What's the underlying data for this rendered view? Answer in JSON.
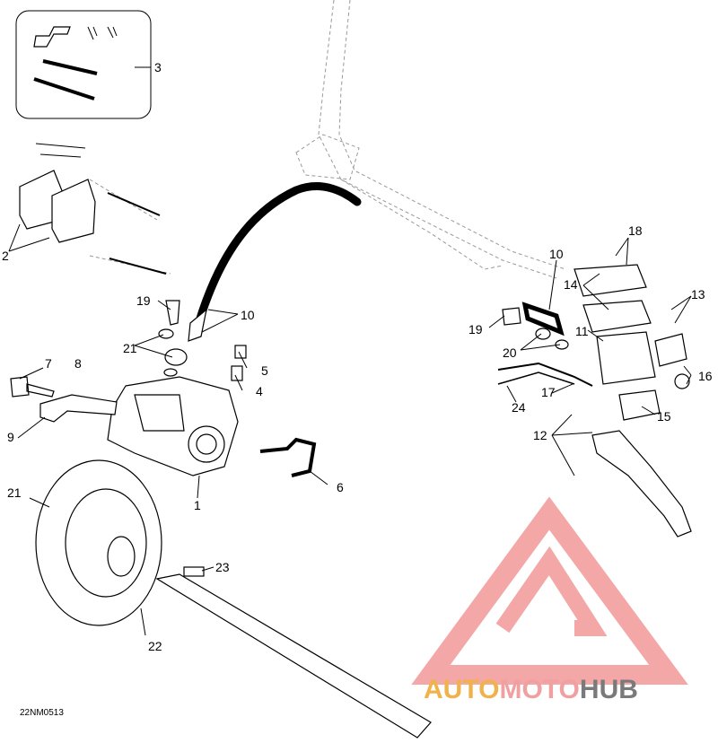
{
  "diagram_code": "22NM0513",
  "callouts": {
    "c1": "1",
    "c2": "2",
    "c3": "3",
    "c4": "4",
    "c5": "5",
    "c6": "6",
    "c7": "7",
    "c8": "8",
    "c9": "9",
    "c10a": "10",
    "c10b": "10",
    "c11": "11",
    "c12": "12",
    "c13": "13",
    "c14": "14",
    "c15": "15",
    "c16": "16",
    "c17": "17",
    "c18": "18",
    "c19a": "19",
    "c19b": "19",
    "c20": "20",
    "c21a": "21",
    "c21b": "21",
    "c22": "22",
    "c23": "23",
    "c24": "24"
  },
  "watermark": {
    "part1": "AUTO",
    "part2": "MOTO",
    "part3": "HUB",
    "colors": {
      "auto": "#f0b24a",
      "moto": "#f0a0a0",
      "hub": "#7a7a7a",
      "logo": "#f08a8a"
    }
  }
}
